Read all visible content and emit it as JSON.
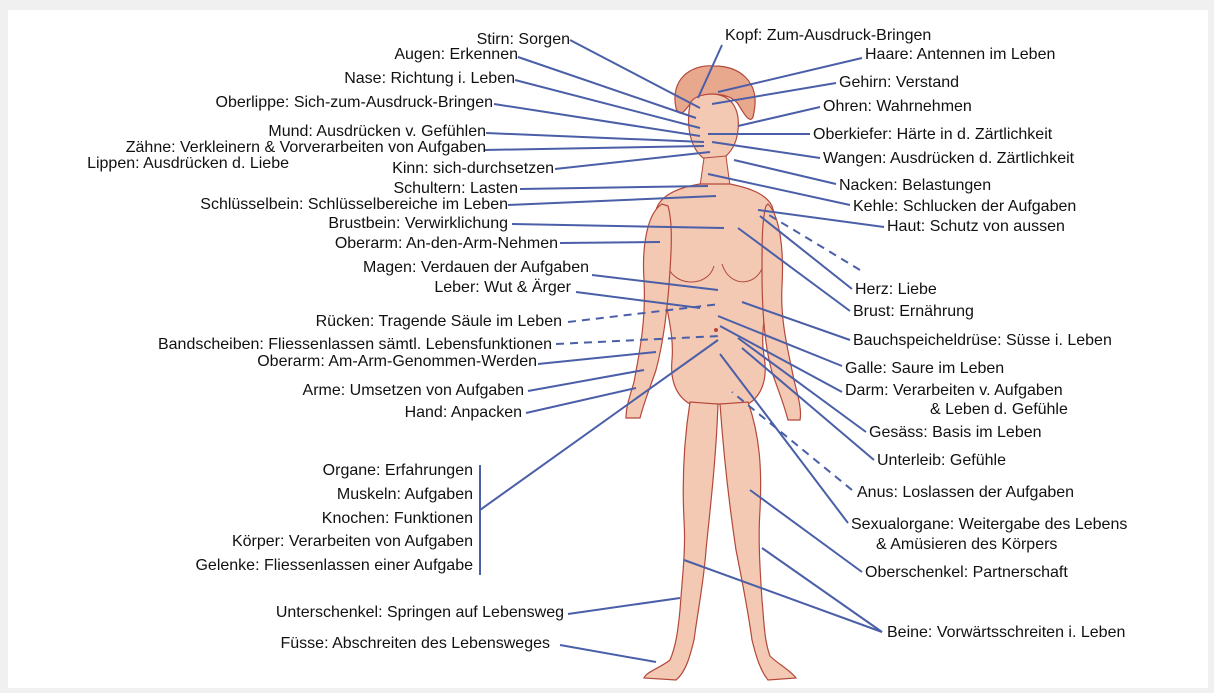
{
  "colors": {
    "leader_line": "#4a5fa8",
    "skin_fill": "#f3c9b4",
    "skin_outline": "#b4483a",
    "text": "#111111"
  },
  "left_labels": [
    "Stirn: Sorgen",
    "Augen: Erkennen",
    "Nase: Richtung i. Leben",
    "Oberlippe: Sich-zum-Ausdruck-Bringen",
    "Mund: Ausdrücken v. Gefühlen",
    "Zähne: Verkleinern & Vorverarbeiten von Aufgaben",
    "Lippen: Ausdrücken d. Liebe",
    "Kinn: sich-durchsetzen",
    "Schultern: Lasten",
    "Schlüsselbein: Schlüsselbereiche im Leben",
    "Brustbein: Verwirklichung",
    "Oberarm: An-den-Arm-Nehmen",
    "Magen: Verdauen der Aufgaben",
    "Leber: Wut & Ärger",
    "Rücken: Tragende Säule im Leben",
    "Bandscheiben: Fliessenlassen sämtl. Lebensfunktionen",
    "Oberarm: Am-Arm-Genommen-Werden",
    "Arme: Umsetzen von Aufgaben",
    "Hand: Anpacken"
  ],
  "group_labels": [
    "Organe: Erfahrungen",
    "Muskeln: Aufgaben",
    "Knochen: Funktionen",
    "Körper: Verarbeiten von Aufgaben",
    "Gelenke: Fliessenlassen einer Aufgabe"
  ],
  "bottom_left_labels": [
    "Unterschenkel: Springen auf Lebensweg",
    "Füsse: Abschreiten des Lebensweges"
  ],
  "right_labels": [
    "Kopf: Zum-Ausdruck-Bringen",
    "Haare: Antennen im Leben",
    "Gehirn: Verstand",
    "Ohren: Wahrnehmen",
    "Oberkiefer: Härte in d. Zärtlichkeit",
    "Wangen: Ausdrücken d. Zärtlichkeit",
    "Nacken: Belastungen",
    "Kehle: Schlucken der Aufgaben",
    "Haut: Schutz von aussen",
    "Herz: Liebe",
    "Brust: Ernährung",
    "Bauchspeicheldrüse: Süsse i. Leben",
    "Galle: Saure im Leben",
    "Darm: Verarbeiten v. Aufgaben",
    "& Leben d. Gefühle",
    "Gesäss: Basis im Leben",
    "Unterleib: Gefühle",
    "Anus: Loslassen der Aufgaben",
    "Sexualorgane: Weitergabe des Lebens",
    "& Amüsieren des Körpers",
    "Oberschenkel: Partnerschaft",
    "Beine: Vorwärtsschreiten i. Leben"
  ]
}
